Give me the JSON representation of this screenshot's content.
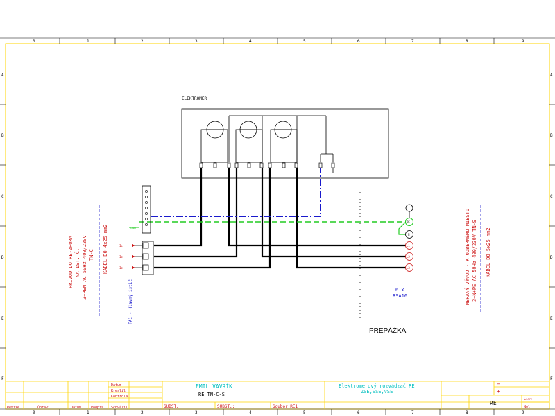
{
  "colors": {
    "background": "#ffffff",
    "frame": "#ffd400",
    "wire_phase": "#000000",
    "wire_n": "#1a1acc",
    "wire_pe": "#22cc22",
    "text_red": "#cc1111",
    "text_blue": "#1a1acc",
    "text_cyan": "#00bfbf"
  },
  "grid": {
    "columns": [
      "0",
      "1",
      "2",
      "3",
      "4",
      "5",
      "6",
      "7",
      "8",
      "9"
    ],
    "rows": [
      "A",
      "B",
      "C",
      "D",
      "E",
      "F"
    ]
  },
  "meter_box": {
    "label": "ELEKTROMER"
  },
  "left_text": {
    "line1": "PRÍVOD DO RE-ZHORA",
    "line2": "NA IST. Č.",
    "line3": "3+PEN AC 50Hz 400/230V",
    "line4": "TN-C",
    "line5": "KABEL DO 4x25 mm2",
    "breaker": "FA1 - Hlavný istič"
  },
  "breaker_labels": [
    "Ic",
    "Ic",
    "Ic"
  ],
  "pe_tag": "1000",
  "right_text": {
    "line1": "MERANÝ VÝVOD - K ODBERNÉMU MIESTU",
    "line2": "3+N+PE AC 50Hz 400/230V TN-S",
    "line3": "KABEL DO 5x25 mm2"
  },
  "terminals": [
    "PE",
    "N",
    "L1",
    "L2",
    "L3"
  ],
  "seal_label": "6 x",
  "seal_type": "RSA16",
  "partition_label": "PREPÁŽKA",
  "title_block": {
    "rev_fields": [
      "Datum",
      "Kreslil",
      "Kontrola",
      "Schválil"
    ],
    "bottom_headers": [
      "Revize",
      "Úpravil",
      "Datum",
      "Podpis"
    ],
    "designer": "EMIL VAVRÍK",
    "drawing_code": "RE    TN-C-S",
    "subst1": "SUBST.:",
    "subst2": "SUBST.:",
    "file": "Soubor:RE1",
    "description": "Elektromerový rozvádzač RE",
    "description2": "ZSE,SSE,VSE",
    "sign_eq": "=",
    "sign_plus": "+",
    "sheet_label": "List",
    "sheet_count_label": "Nol.",
    "doc_id": "RE"
  }
}
